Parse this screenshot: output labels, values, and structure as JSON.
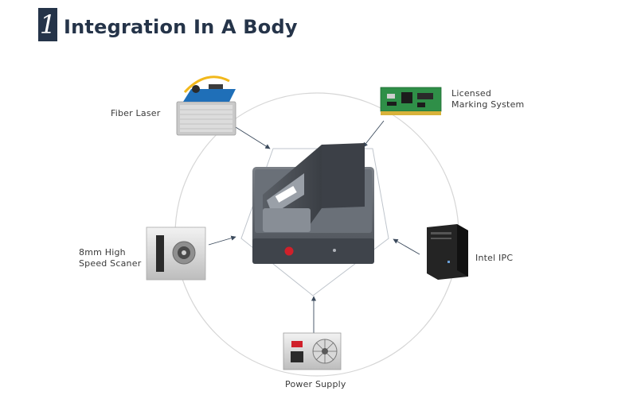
{
  "header": {
    "number": "1",
    "title": "Integration In A Body"
  },
  "components": {
    "fiber_laser": "Fiber Laser",
    "marking_system_line1": "Licensed",
    "marking_system_line2": "Marking System",
    "scanner_line1": "8mm High",
    "scanner_line2": "Speed Scaner",
    "ipc": "Intel IPC",
    "power_supply": "Power Supply"
  },
  "colors": {
    "accent": "#253449",
    "connector": "#3b4a5c",
    "circle": "#d2d2d2"
  }
}
